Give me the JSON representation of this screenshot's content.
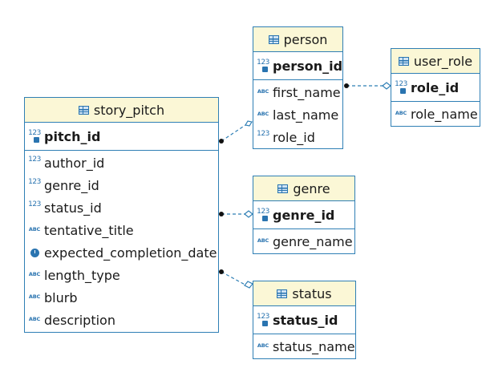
{
  "entities": {
    "story_pitch": {
      "title": "story_pitch",
      "pk": "pitch_id",
      "columns": [
        {
          "name": "author_id",
          "type_icon": "numeric-icon"
        },
        {
          "name": "genre_id",
          "type_icon": "numeric-icon"
        },
        {
          "name": "status_id",
          "type_icon": "numeric-icon"
        },
        {
          "name": "tentative_title",
          "type_icon": "text-icon"
        },
        {
          "name": "expected_completion_date",
          "type_icon": "clock-icon"
        },
        {
          "name": "length_type",
          "type_icon": "text-icon"
        },
        {
          "name": "blurb",
          "type_icon": "text-icon"
        },
        {
          "name": "description",
          "type_icon": "text-icon"
        }
      ]
    },
    "person": {
      "title": "person",
      "pk": "person_id",
      "columns": [
        {
          "name": "first_name",
          "type_icon": "text-icon"
        },
        {
          "name": "last_name",
          "type_icon": "text-icon"
        },
        {
          "name": "role_id",
          "type_icon": "numeric-icon"
        }
      ]
    },
    "user_role": {
      "title": "user_role",
      "pk": "role_id",
      "columns": [
        {
          "name": "role_name",
          "type_icon": "text-icon"
        }
      ]
    },
    "genre": {
      "title": "genre",
      "pk": "genre_id",
      "columns": [
        {
          "name": "genre_name",
          "type_icon": "text-icon"
        }
      ]
    },
    "status": {
      "title": "status",
      "pk": "status_id",
      "columns": [
        {
          "name": "status_name",
          "type_icon": "text-icon"
        }
      ]
    }
  },
  "icon_labels": {
    "numeric": "123",
    "text": "ABC"
  },
  "colors": {
    "border": "#2f7fb5",
    "header_bg": "#fbf7d6",
    "icon": "#2a74b0"
  }
}
